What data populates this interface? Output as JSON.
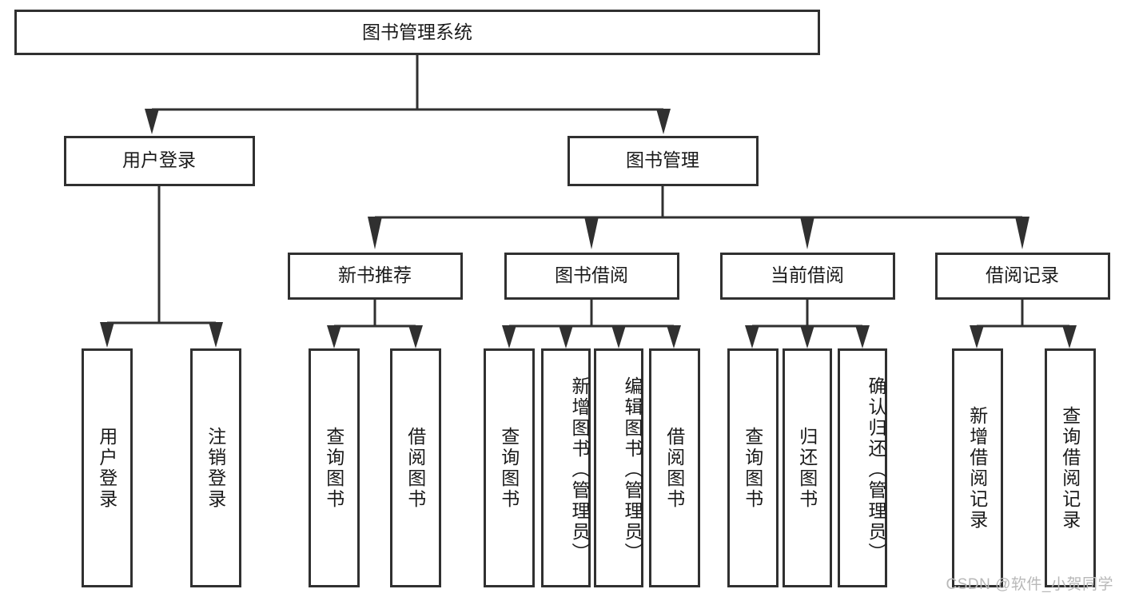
{
  "diagram": {
    "type": "tree",
    "title": "图书管理系统",
    "orientation": "top-down",
    "colors": {
      "box_fill": "#ffffff",
      "box_stroke": "#303030",
      "text": "#1a1a1a",
      "background": "#ffffff",
      "watermark": "#b8b8b8"
    },
    "root": {
      "label": "图书管理系统"
    },
    "level1": [
      {
        "label": "用户登录"
      },
      {
        "label": "图书管理"
      }
    ],
    "level2": [
      {
        "label": "新书推荐"
      },
      {
        "label": "图书借阅"
      },
      {
        "label": "当前借阅"
      },
      {
        "label": "借阅记录"
      }
    ],
    "leaves": {
      "user_login": [
        {
          "label": "用户登录"
        },
        {
          "label": "注销登录"
        }
      ],
      "new_book_recommend": [
        {
          "label": "查询图书"
        },
        {
          "label": "借阅图书"
        }
      ],
      "book_borrow": [
        {
          "label": "查询图书"
        },
        {
          "label": "新增图书（管理员）"
        },
        {
          "label": "编辑图书（管理员）"
        },
        {
          "label": "借阅图书"
        }
      ],
      "current_borrow": [
        {
          "label": "查询图书"
        },
        {
          "label": "归还图书"
        },
        {
          "label": "确认归还（管理员）"
        }
      ],
      "borrow_record": [
        {
          "label": "新增借阅记录"
        },
        {
          "label": "查询借阅记录"
        }
      ]
    }
  },
  "watermark": {
    "text": "CSDN @软件_小贺同学"
  }
}
